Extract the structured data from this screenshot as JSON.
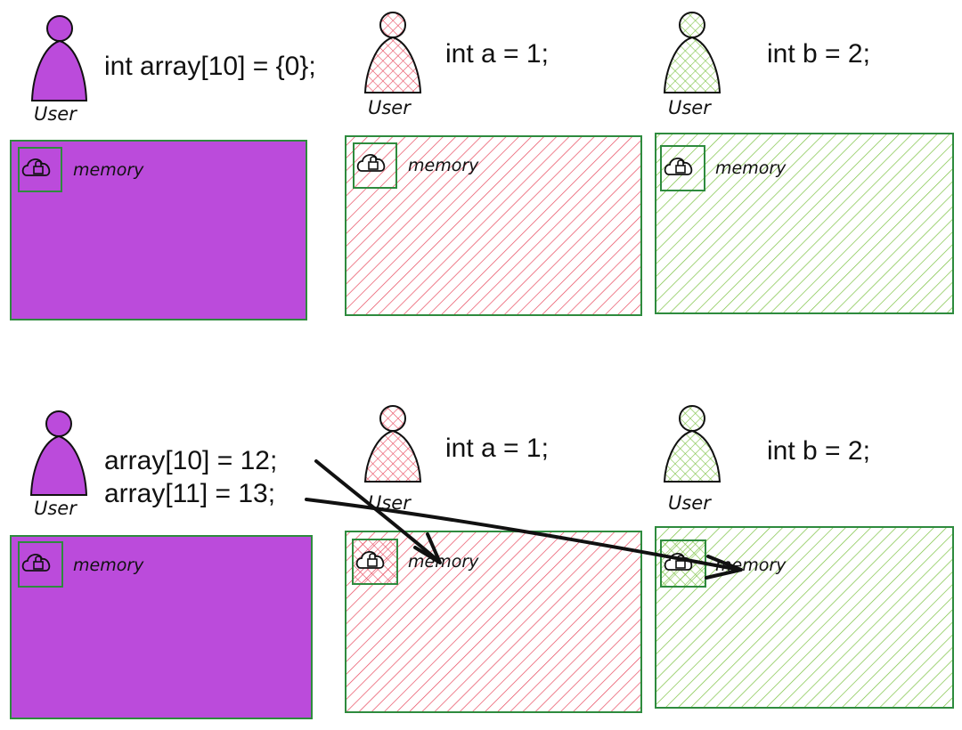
{
  "panels": [
    {
      "users": [
        {
          "label": "User",
          "fill": "#bb4bdb",
          "pattern": "solid"
        },
        {
          "label": "User",
          "fill": "#e84a5f",
          "pattern": "crosshatch"
        },
        {
          "label": "User",
          "fill": "#7cc243",
          "pattern": "crosshatch"
        }
      ],
      "code": [
        "int array[10] = {0};",
        "int a = 1;",
        "int b = 2;"
      ],
      "memory": [
        {
          "label": "memory",
          "fill": "#bb4bdb",
          "pattern": "solid"
        },
        {
          "label": "memory",
          "fill": "#e84a5f",
          "pattern": "hatch"
        },
        {
          "label": "memory",
          "fill": "#7cc243",
          "pattern": "hatch"
        }
      ]
    },
    {
      "users": [
        {
          "label": "User",
          "fill": "#bb4bdb",
          "pattern": "solid"
        },
        {
          "label": "User",
          "fill": "#e84a5f",
          "pattern": "crosshatch"
        },
        {
          "label": "User",
          "fill": "#7cc243",
          "pattern": "crosshatch"
        }
      ],
      "code": [
        "array[10] = 12;",
        "array[11] = 13;",
        "int a = 1;",
        "int b = 2;"
      ],
      "memory": [
        {
          "label": "memory",
          "fill": "#bb4bdb",
          "pattern": "solid"
        },
        {
          "label": "memory",
          "fill": "#e84a5f",
          "pattern": "hatch"
        },
        {
          "label": "memory",
          "fill": "#7cc243",
          "pattern": "hatch"
        }
      ],
      "arrows": [
        {
          "from": "array[10] = 12;",
          "to": "memory 2"
        },
        {
          "from": "array[11] = 13;",
          "to": "memory 3"
        }
      ]
    }
  ],
  "colors": {
    "border": "#2e8b3e",
    "ink": "#111111"
  },
  "icons": [
    "lock-cloud-icon"
  ]
}
